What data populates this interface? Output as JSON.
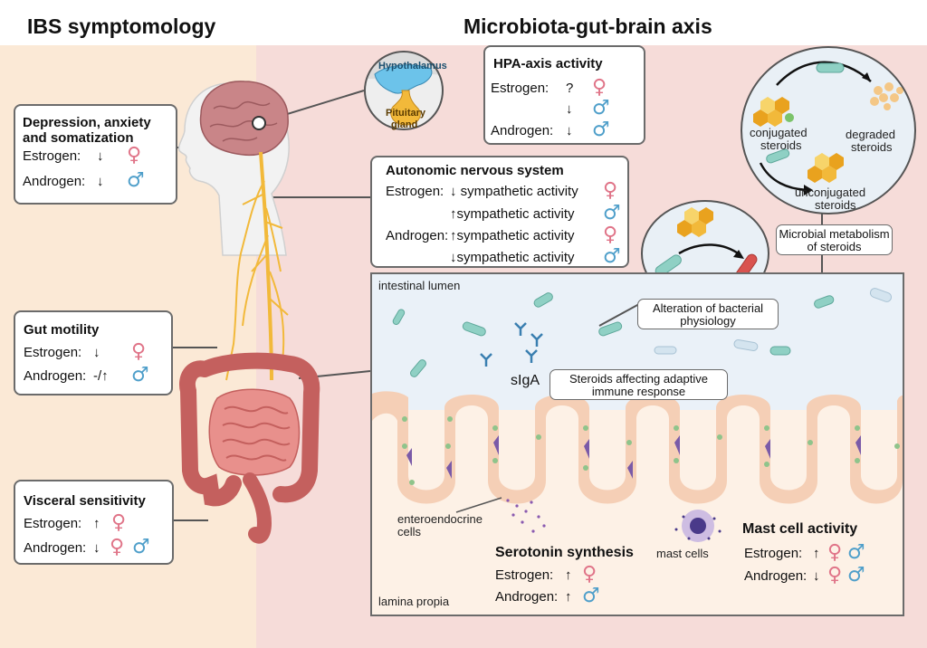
{
  "headings": {
    "left": "IBS symptomology",
    "right": "Microbiota-gut-brain axis"
  },
  "colors": {
    "left_panel_bg": "#fbe9d6",
    "right_panel_bg": "#f6dcd9",
    "female_symbol": "#e07488",
    "male_symbol": "#4f9fca",
    "nerve": "#f2b93a",
    "lumen": "#eaf1f8",
    "epithelium": "#f5cfb6"
  },
  "symbols": {
    "female": "♀",
    "male": "♂"
  },
  "depression_box": {
    "title_line1": "Depression, anxiety",
    "title_line2": "and somatization",
    "estrogen_label": "Estrogen:",
    "estrogen_arrow": "↓",
    "androgen_label": "Androgen:",
    "androgen_arrow": "↓"
  },
  "gut_motility_box": {
    "title": "Gut motility",
    "estrogen_label": "Estrogen:",
    "estrogen_arrow": "↓",
    "androgen_label": "Androgen:",
    "androgen_arrow": "-/↑"
  },
  "visceral_box": {
    "title": "Visceral sensitivity",
    "estrogen_label": "Estrogen:",
    "estrogen_arrow": "↑",
    "androgen_label": "Androgen:",
    "androgen_arrow": "↓"
  },
  "brain_inset": {
    "hypothalamus": "Hypothalamus",
    "pituitary_line1": "Pituitary",
    "pituitary_line2": "gland"
  },
  "hpa_box": {
    "title": "HPA-axis activity",
    "estrogen_label": "Estrogen:",
    "estrogen_q": "?",
    "mid_arrow": "↓",
    "androgen_label": "Androgen:",
    "androgen_arrow": "↓"
  },
  "ans_box": {
    "title": "Autonomic nervous system",
    "estrogen_label": "Estrogen:",
    "row1": "↓ sympathetic activity",
    "row2": "↑sympathetic activity",
    "androgen_label": "Androgen:",
    "row3": "↑sympathetic activity",
    "row4": "↓sympathetic activity"
  },
  "steroid_circle": {
    "conjugated_line1": "conjugated",
    "conjugated_line2": "steroids",
    "degraded_line1": "degraded",
    "degraded_line2": "steroids",
    "unconjugated_line1": "unconjugated",
    "unconjugated_line2": "steroids"
  },
  "microbial_label": {
    "line1": "Microbial metabolism",
    "line2": "of steroids"
  },
  "alteration_label": {
    "line1": "Alteration of bacterial",
    "line2": "physiology"
  },
  "steroids_immune_label": {
    "line1": "Steroids affecting adaptive",
    "line2": "immune response"
  },
  "gut": {
    "intestinal_lumen": "intestinal lumen",
    "siga": "sIgA",
    "enteroendocrine_line1": "enteroendocrine",
    "enteroendocrine_line2": "cells",
    "lamina_propia": "lamina propia",
    "mast_cells": "mast cells"
  },
  "serotonin": {
    "title": "Serotonin synthesis",
    "estrogen_label": "Estrogen:",
    "estrogen_arrow": "↑",
    "androgen_label": "Androgen:",
    "androgen_arrow": "↑"
  },
  "mast_activity": {
    "title": "Mast cell activity",
    "estrogen_label": "Estrogen:",
    "estrogen_arrow": "↑",
    "androgen_label": "Androgen:",
    "androgen_arrow": "↓"
  }
}
